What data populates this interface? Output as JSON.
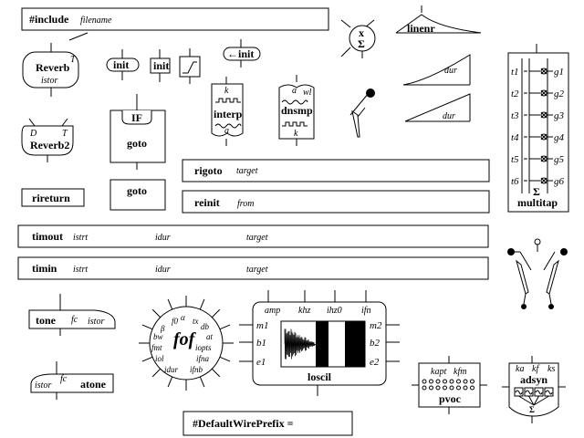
{
  "include": {
    "label": "#include",
    "arg": "filename"
  },
  "reverb": {
    "label": "Reverb",
    "arg": "istor",
    "t": "T"
  },
  "reverb2": {
    "label": "Reverb2",
    "d": "D",
    "t": "T"
  },
  "rireturn": {
    "label": "rireturn"
  },
  "init1": {
    "label": "init"
  },
  "init2": {
    "label": "init"
  },
  "init3": {
    "label": "←init"
  },
  "ifgoto": {
    "if_label": "IF",
    "goto_label": "goto"
  },
  "goto": {
    "label": "goto"
  },
  "interp": {
    "label": "interp",
    "top": "k",
    "bottom": "a"
  },
  "dnsmp": {
    "label": "dnsmp",
    "top": "a",
    "top2": "wl",
    "bottom": "k"
  },
  "sum": {
    "x": "x",
    "sigma": "Σ"
  },
  "linenr": {
    "label": "linenr"
  },
  "dur1": {
    "label": "dur"
  },
  "dur2": {
    "label": "dur"
  },
  "rigoto": {
    "label": "rigoto",
    "arg": "target"
  },
  "reinit": {
    "label": "reinit",
    "arg": "from"
  },
  "timout": {
    "label": "timout",
    "a1": "istrt",
    "a2": "idur",
    "a3": "target"
  },
  "timin": {
    "label": "timin",
    "a1": "istrt",
    "a2": "idur",
    "a3": "target"
  },
  "multitap": {
    "label": "multitap",
    "sigma": "Σ",
    "left": [
      "t1",
      "t2",
      "t3",
      "t4",
      "t5",
      "t6"
    ],
    "right": [
      "g1",
      "g2",
      "g3",
      "g4",
      "g5",
      "g6"
    ]
  },
  "tone": {
    "label": "tone",
    "a1": "fc",
    "a2": "istor"
  },
  "atone": {
    "label": "atone",
    "a1": "istor",
    "a2": "fc"
  },
  "fof": {
    "label": "fof",
    "params": [
      "f0",
      "α",
      "β",
      "tx",
      "db",
      "bw",
      "at",
      "fmt",
      "iopts",
      "iol",
      "ifna",
      "idur",
      "ifnb"
    ]
  },
  "loscil": {
    "label": "loscil",
    "top": [
      "amp",
      "khz",
      "ihz0",
      "ifn"
    ],
    "left": [
      "m1",
      "b1",
      "e1"
    ],
    "right": [
      "m2",
      "b2",
      "e2"
    ]
  },
  "pvoc": {
    "label": "pvoc",
    "a1": "kapt",
    "a2": "kfm"
  },
  "adsyn": {
    "label": "adsyn",
    "a1": "ka",
    "a2": "kf",
    "a3": "ks",
    "sigma": "Σ"
  },
  "prefix": {
    "label": "#DefaultWirePrefix ="
  }
}
